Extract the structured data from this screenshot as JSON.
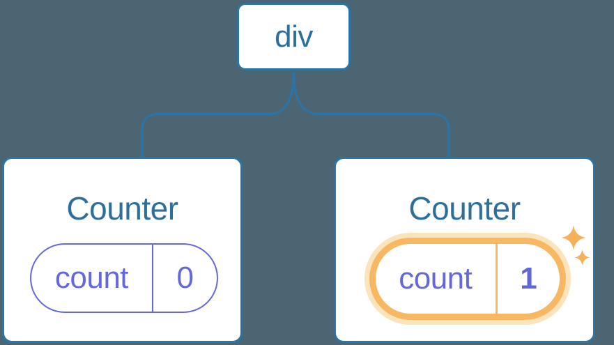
{
  "diagram": {
    "root": {
      "label": "div"
    },
    "counters": [
      {
        "title": "Counter",
        "state_key": "count",
        "state_value": "0",
        "highlighted": false
      },
      {
        "title": "Counter",
        "state_key": "count",
        "state_value": "1",
        "highlighted": true
      }
    ]
  },
  "icons": {
    "highlight_sparkles": [
      "sparkle-icon-large",
      "sparkle-icon-small"
    ]
  },
  "colors": {
    "background": "#4C6572",
    "line": "#2C74A6",
    "card-bg": "#FFFFFF",
    "heading": "#2D6E9B",
    "purple": "#6468DB",
    "purple-strong": "#5F67D8",
    "orange": "#F7B763",
    "orange-glow": "#FBE4BC",
    "sparkle": "#F6B158"
  }
}
